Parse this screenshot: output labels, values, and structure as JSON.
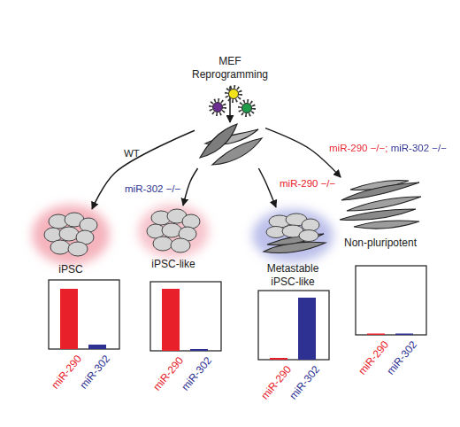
{
  "diagram": {
    "nodes": [
      {
        "text": [
          "MEF Reprogramming"
        ]
      },
      {
        "text": [
          "iPSC"
        ]
      },
      {
        "text": [
          "iPSC-like"
        ]
      },
      {
        "text": [
          "Metastable iPSC-like"
        ]
      },
      {
        "text": [
          "Non-pluripotent"
        ]
      }
    ],
    "edges": [
      {
        "from": 0,
        "to": 1,
        "arrow": "to",
        "label": "WT"
      },
      {
        "from": 0,
        "to": 2,
        "arrow": "to",
        "label": "miR-302 −/−"
      },
      {
        "from": 0,
        "to": 3,
        "arrow": "to",
        "label": "miR-290 −/−"
      },
      {
        "from": 0,
        "to": 4,
        "arrow": "to",
        "label": "miR-290 −/−; miR-302 −/−"
      }
    ],
    "labels": [
      "miR-290",
      "miR-302",
      "miR-290",
      "miR-302",
      "miR-290",
      "miR-302",
      "miR-290",
      "miR-302"
    ]
  }
}
